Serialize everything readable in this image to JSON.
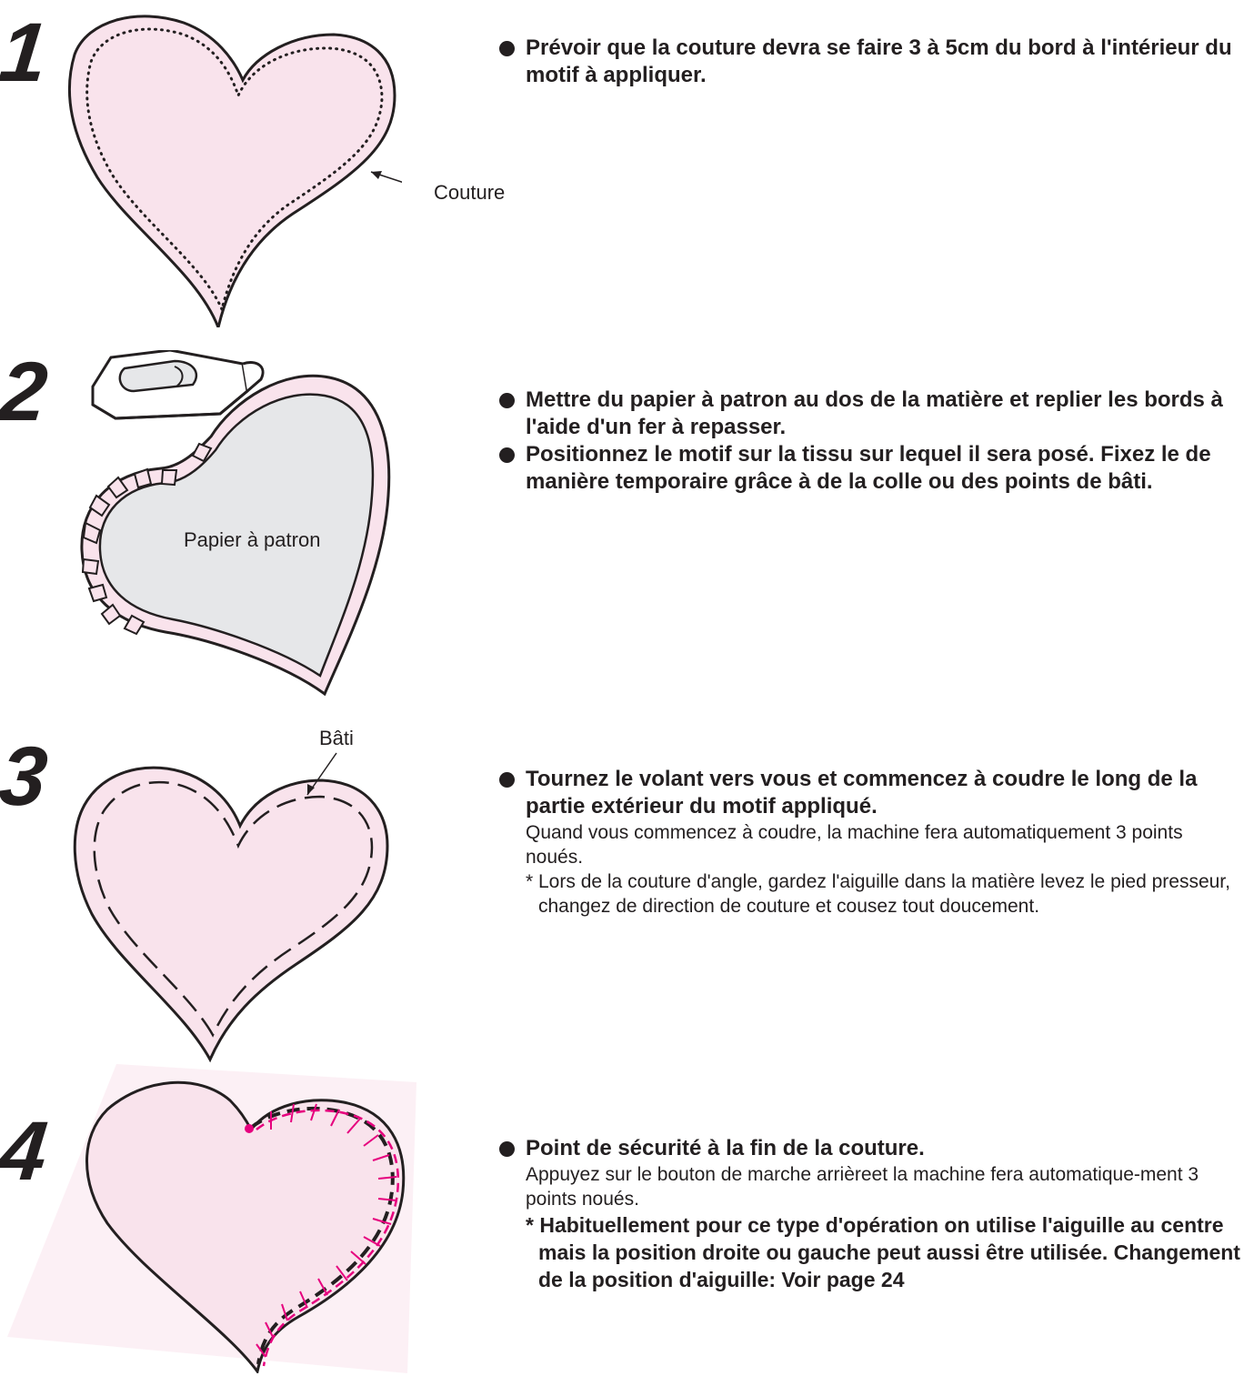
{
  "steps": [
    {
      "number": "1",
      "figure_label": "Couture",
      "bullets": [
        "Prévoir que la couture devra se faire 3 à 5cm du bord à l'intérieur du motif à appliquer."
      ]
    },
    {
      "number": "2",
      "figure_label": "Papier à patron",
      "bullets": [
        "Mettre du papier à patron au dos de la matière et replier les bords à l'aide d'un fer à repasser.",
        "Positionnez le motif sur la tissu sur lequel il sera posé. Fixez le de manière temporaire grâce à de la colle ou des points de bâti."
      ]
    },
    {
      "number": "3",
      "figure_label": "Bâti",
      "bullets": [
        "Tournez le volant vers vous et commencez à coudre le long de la partie extérieur du motif appliqué."
      ],
      "text": "Quand vous commencez à coudre, la machine fera automatiquement 3 points noués.",
      "note": "* Lors de la couture d'angle, gardez l'aiguille dans la matière levez le pied presseur, changez de direction de couture et cousez tout doucement."
    },
    {
      "number": "4",
      "bullets": [
        "Point de sécurité à la fin de la couture."
      ],
      "text": "Appuyez sur le bouton de marche arrièreet la machine fera automatique-ment 3 points noués.",
      "note": "* Habituellement pour ce type d'opération on utilise l'aiguille au centre mais la position droite ou gauche peut aussi être utilisée. Changement de la position d'aiguille: Voir page 24"
    }
  ],
  "colors": {
    "heart_fill": "#f9e3ec",
    "paper_fill": "#e6e7e9",
    "stitch_pink": "#e6007e",
    "ink": "#231f20"
  },
  "icons": [
    "heart-figure",
    "iron-icon",
    "paper-pattern",
    "basting-stitch",
    "zigzag-stitch"
  ]
}
